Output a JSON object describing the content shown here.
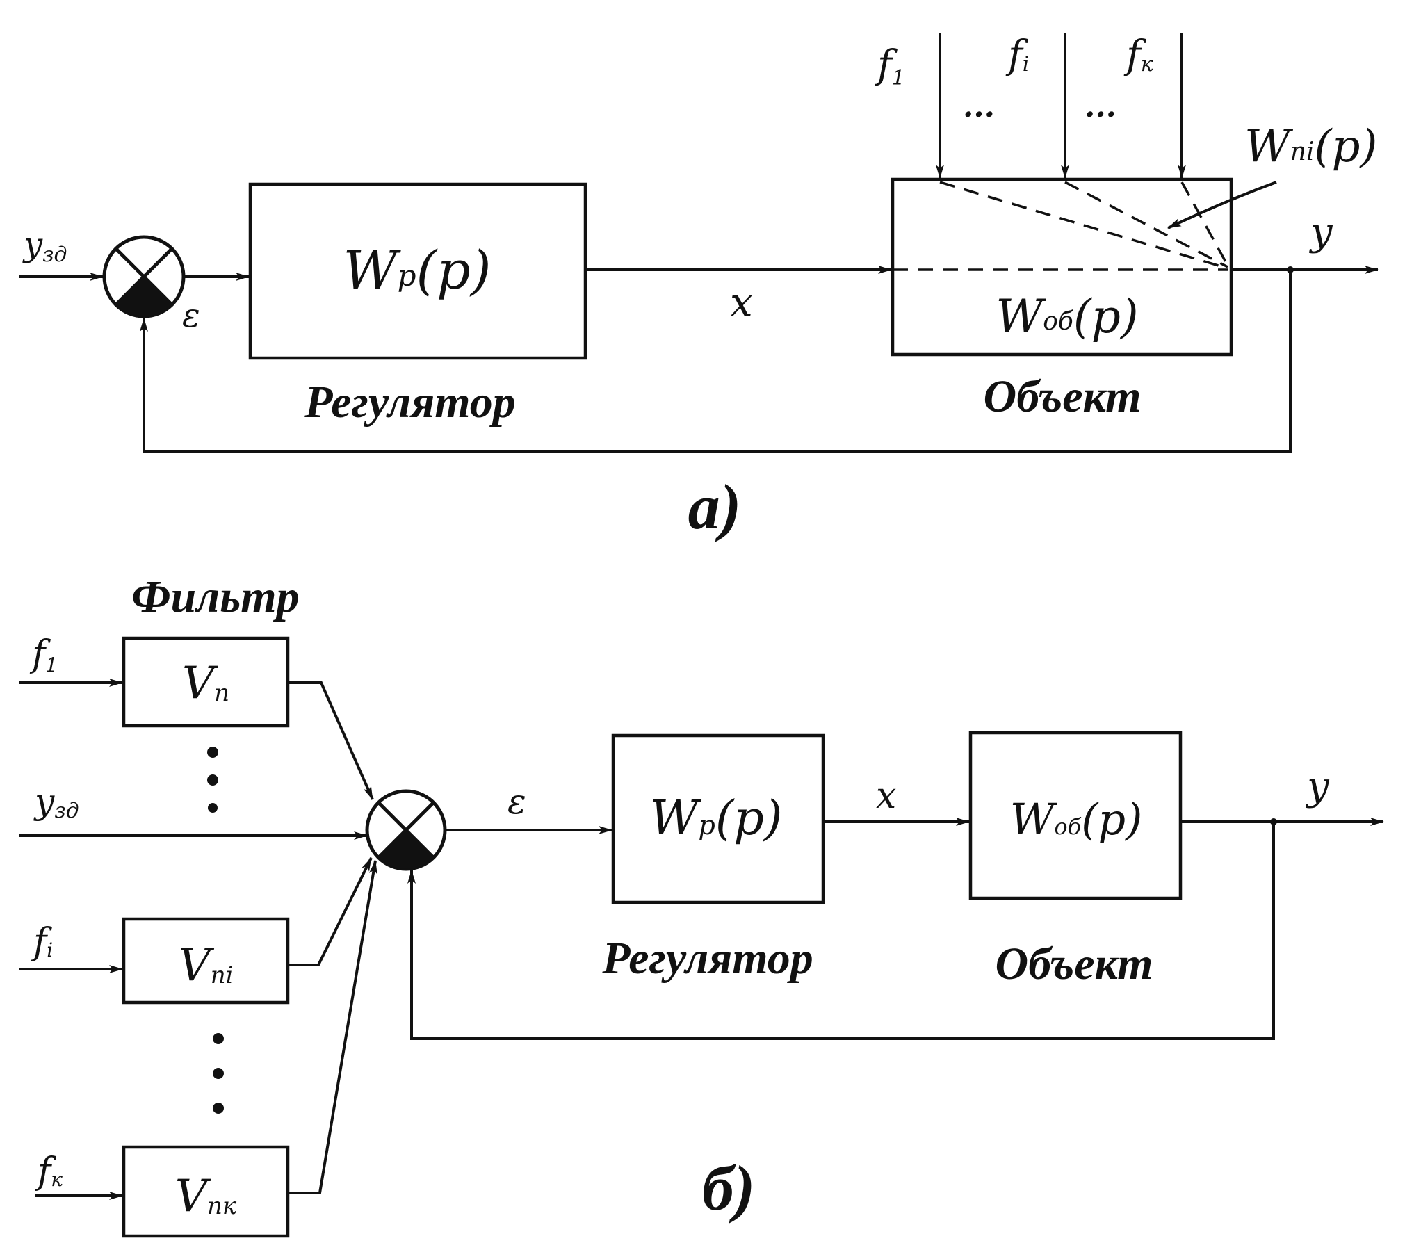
{
  "diagram_a": {
    "caption": "а)",
    "setpoint_label": "y",
    "setpoint_sub": "зд",
    "error_label": "ε",
    "controller_block": {
      "symbol": "W",
      "sub": "р",
      "arg": "(p)"
    },
    "signal_x_label": "x",
    "object_block": {
      "symbol": "W",
      "sub": "об",
      "arg": "(p)"
    },
    "disturbance_tf": {
      "symbol": "W",
      "sub": "пi",
      "arg": "(p)"
    },
    "disturbances": [
      {
        "name": "f",
        "sub": "1"
      },
      {
        "name": "f",
        "sub": "i"
      },
      {
        "name": "f",
        "sub": "к"
      }
    ],
    "ellipsis": "...",
    "output_label": "y",
    "controller_caption": "Регулятор",
    "object_caption": "Объект"
  },
  "diagram_b": {
    "caption": "б)",
    "filter_caption": "Фильтр",
    "filters": [
      {
        "input": "f",
        "input_sub": "1",
        "symbol": "V",
        "sub": "п"
      },
      {
        "input": "f",
        "input_sub": "i",
        "symbol": "V",
        "sub": "пi"
      },
      {
        "input": "f",
        "input_sub": "к",
        "symbol": "V",
        "sub": "пк"
      }
    ],
    "setpoint_label": "y",
    "setpoint_sub": "зд",
    "error_label": "ε",
    "controller_block": {
      "symbol": "W",
      "sub": "р",
      "arg": "(p)"
    },
    "signal_x_label": "x",
    "object_block": {
      "symbol": "W",
      "sub": "об",
      "arg": "(p)"
    },
    "output_label": "y",
    "controller_caption": "Регулятор",
    "object_caption": "Объект"
  }
}
